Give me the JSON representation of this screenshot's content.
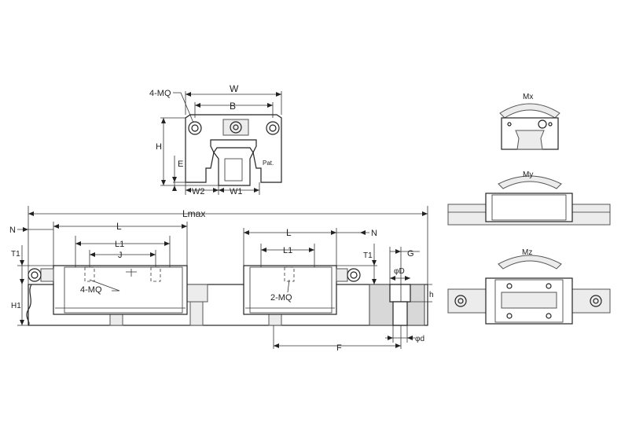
{
  "top_view": {
    "label_4mq": "4-MQ",
    "label_w": "W",
    "label_b": "B",
    "label_h": "H",
    "label_e": "E",
    "label_w2": "W2",
    "label_w1": "W1",
    "pat": "Pat."
  },
  "side_view": {
    "label_lmax": "Lmax",
    "label_n_left": "N",
    "label_l_left": "L",
    "label_l1_left": "L1",
    "label_j": "J",
    "label_t1_left": "T1",
    "label_h1": "H1",
    "label_4mq": "4-MQ",
    "label_l_right": "L",
    "label_l1_right": "L1",
    "label_n_right": "N",
    "label_t1_right": "T1",
    "label_2mq": "2-MQ",
    "label_g": "G",
    "label_phi_d_big": "φD",
    "label_h_small": "h",
    "label_f": "F",
    "label_phi_d_small": "φd"
  },
  "moments": {
    "mx": "Mx",
    "my": "My",
    "mz": "Mz"
  }
}
